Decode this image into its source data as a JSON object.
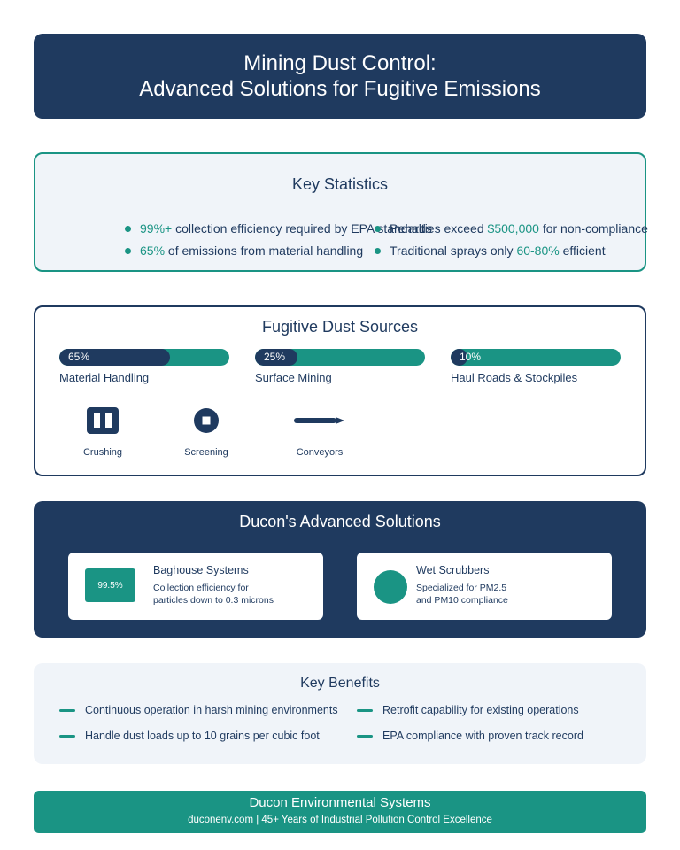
{
  "header": {
    "title_line1": "Mining Dust Control:",
    "title_line2": "Advanced Solutions for Fugitive Emissions"
  },
  "key_statistics": {
    "title": "Key Statistics",
    "items": [
      {
        "highlight": "99%+",
        "text": " collection efficiency required by EPA standards"
      },
      {
        "text_before": "Penalties exceed ",
        "highlight": "$500,000",
        "text_after": " for non-compliance"
      },
      {
        "highlight": "65%",
        "text": " of emissions from material handling"
      },
      {
        "text_before": "Traditional sprays only ",
        "highlight": "60-80%",
        "text_after": " efficient"
      }
    ]
  },
  "dust_sources": {
    "title": "Fugitive Dust Sources",
    "bars": [
      {
        "label": "Material Handling",
        "percent_label": "65%",
        "fraction": 0.65
      },
      {
        "label": "Surface Mining",
        "percent_label": "25%",
        "fraction": 0.25
      },
      {
        "label": "Haul Roads & Stockpiles",
        "percent_label": "10%",
        "fraction": 0.1
      }
    ],
    "processes": [
      {
        "label": "Crushing",
        "icon": "crusher-icon"
      },
      {
        "label": "Screening",
        "icon": "screen-icon"
      },
      {
        "label": "Conveyors",
        "icon": "conveyor-icon"
      }
    ]
  },
  "solutions": {
    "title": "Ducon's Advanced Solutions",
    "cards": [
      {
        "badge": "99.5%",
        "title": "Baghouse Systems",
        "desc_line1": "Collection efficiency for",
        "desc_line2": "particles down to 0.3 microns"
      },
      {
        "icon": "circle-icon",
        "title": "Wet Scrubbers",
        "desc_line1": "Specialized for PM2.5",
        "desc_line2": "and PM10 compliance"
      }
    ]
  },
  "benefits": {
    "title": "Key Benefits",
    "items": [
      "Continuous operation in harsh mining environments",
      "Retrofit capability for existing operations",
      "Handle dust loads up to 10 grains per cubic foot",
      "EPA compliance with proven track record"
    ]
  },
  "footer": {
    "company": "Ducon Environmental Systems",
    "tagline": "duconenv.com | 45+ Years of Industrial Pollution Control Excellence"
  },
  "colors": {
    "navy": "#1f3a5f",
    "teal": "#1a9484",
    "light_bg": "#f0f4f9"
  }
}
